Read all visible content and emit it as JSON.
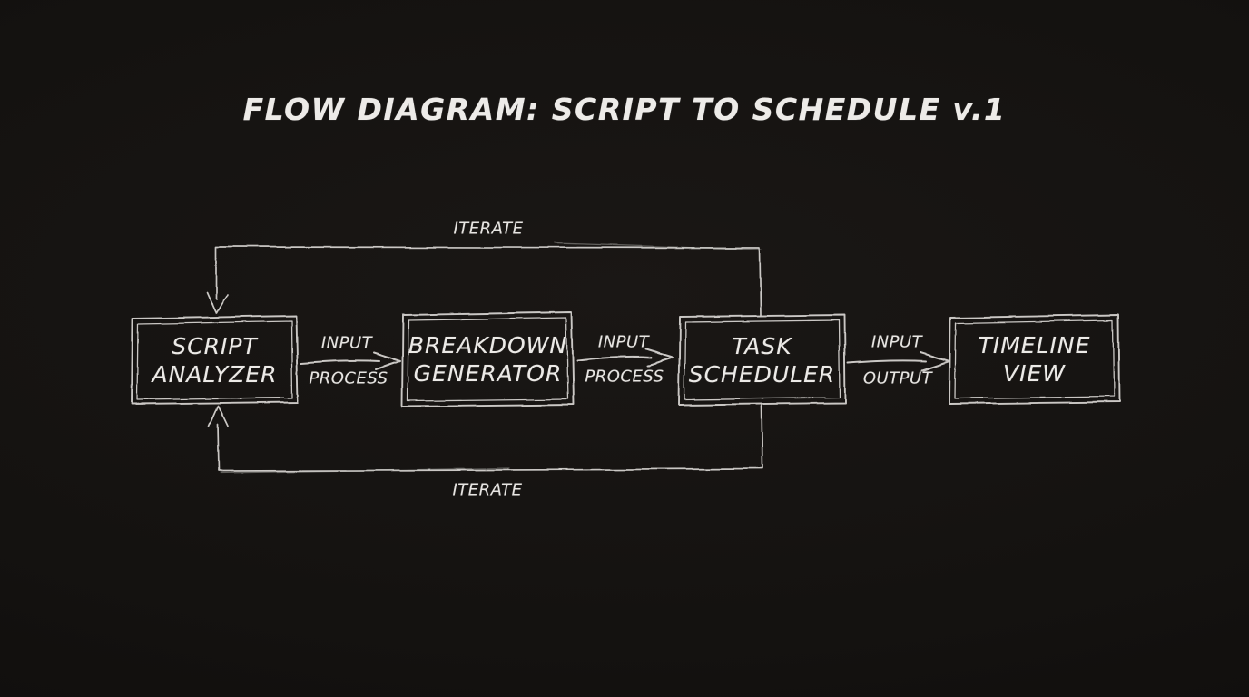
{
  "title": "FLOW DIAGRAM: SCRIPT TO SCHEDULE v.1",
  "colors": {
    "background": "#141210",
    "chalk_stroke": "#d9d7d4",
    "chalk_text": "#eceae7"
  },
  "nodes": [
    {
      "id": "script-analyzer",
      "label": "SCRIPT\nANALYZER"
    },
    {
      "id": "breakdown-generator",
      "label": "BREAKDOWN\nGENERATOR"
    },
    {
      "id": "task-scheduler",
      "label": "TASK\nSCHEDULER"
    },
    {
      "id": "timeline-view",
      "label": "TIMELINE\nVIEW"
    }
  ],
  "edges": [
    {
      "from": "script-analyzer",
      "to": "breakdown-generator",
      "label_top": "INPUT",
      "label_bottom": "PROCESS"
    },
    {
      "from": "breakdown-generator",
      "to": "task-scheduler",
      "label_top": "INPUT",
      "label_bottom": "PROCESS"
    },
    {
      "from": "task-scheduler",
      "to": "timeline-view",
      "label_top": "INPUT",
      "label_bottom": "OUTPUT"
    },
    {
      "from": "task-scheduler",
      "to": "script-analyzer",
      "route": "top",
      "label": "ITERATE"
    },
    {
      "from": "task-scheduler",
      "to": "script-analyzer",
      "route": "bottom",
      "label": "ITERATE"
    }
  ]
}
